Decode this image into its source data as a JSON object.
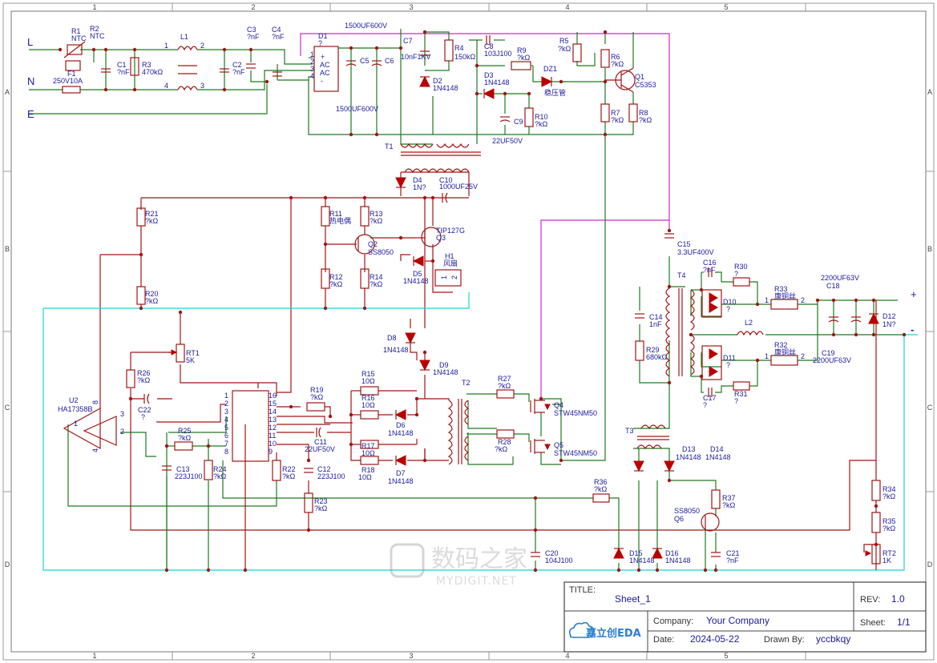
{
  "ruler": {
    "columns": [
      "1",
      "2",
      "3",
      "4",
      "5"
    ],
    "rows": [
      "A",
      "B",
      "C",
      "D"
    ]
  },
  "nets": [
    "L",
    "N",
    "E",
    "+",
    "-"
  ],
  "labels": {
    "R1": "R1",
    "R1v": "NTC",
    "R2": "R2",
    "R2v": "NTC",
    "F1": "F1",
    "F1v": "250V10A",
    "C1": "C1",
    "C1v": "?nF",
    "R3": "R3",
    "R3v": "470kΩ",
    "L1": "L1",
    "C2": "C2",
    "C2v": "?nF",
    "C3": "C3",
    "C3v": "?nF",
    "C4": "C4",
    "C4v": "?nF",
    "D1": "D1",
    "D1v": "?",
    "C5": "C5",
    "C6": "C6",
    "cap_top": "1500UF600V",
    "cap_bot": "1500UF600V",
    "C7": "C7",
    "C7v": "10nF1KV",
    "R4": "R4",
    "R4v": "150kΩ",
    "D2": "D2",
    "D2v": "1N4148",
    "C8": "C8",
    "C8v": "103J100",
    "R9": "R9",
    "R9v": "?kΩ",
    "R5": "R5",
    "R5v": "?kΩ",
    "R6": "R6",
    "R6v": "?kΩ",
    "D3": "D3",
    "D3v": "1N4148",
    "DZ1": "DZ1",
    "DZ1v": "稳压管",
    "Q1": "Q1",
    "Q1v": "C5353",
    "R7": "R7",
    "R7v": "?kΩ",
    "R8": "R8",
    "R8v": "?kΩ",
    "C9": "C9",
    "C9v": "22UF50V",
    "R10": "R10",
    "R10v": "?kΩ",
    "T1": "T1",
    "D4": "D4",
    "D4v": "1N?",
    "C10": "C10",
    "C10v": "1000UF25V",
    "R21": "R21",
    "R21v": "?kΩ",
    "R20": "R20",
    "R20v": "?kΩ",
    "R11": "R11",
    "R11v": "热电偶",
    "R12": "R12",
    "R12v": "?kΩ",
    "R13": "R13",
    "R13v": "?kΩ",
    "R14": "R14",
    "R14v": "?kΩ",
    "Q2": "Q2",
    "Q2v": "SS8050",
    "Q3": "Q3",
    "Q3v": "TIP127G",
    "D5": "D5",
    "D5v": "1N4148",
    "H1": "H1",
    "H1v": "风扇",
    "D8": "D8",
    "D8v": "1N4148",
    "D9": "D9",
    "D9v": "1N4148",
    "RT1": "RT1",
    "RT1v": "5K",
    "R26": "R26",
    "R26v": "?kΩ",
    "U2": "U2",
    "U2v": "HA17358B",
    "C22": "C22",
    "C22v": "?",
    "R25": "R25",
    "R25v": "?kΩ",
    "C13": "C13",
    "C13v": "223J100",
    "R24": "R24",
    "R24v": "?kΩ",
    "R19": "R19",
    "R19v": "?kΩ",
    "C11": "C11",
    "C11v": "22UF50V",
    "R22": "R22",
    "R22v": "?kΩ",
    "C12": "C12",
    "C12v": "223J100",
    "R23": "R23",
    "R23v": "?kΩ",
    "R15": "R15",
    "R15v": "10Ω",
    "R16": "R16",
    "R16v": "10Ω",
    "R17": "R17",
    "R17v": "10Ω",
    "R18": "R18",
    "R18v": "10Ω",
    "D6": "D6",
    "D6v": "1N4148",
    "D7": "D7",
    "D7v": "1N4148",
    "T2": "T2",
    "R27": "R27",
    "R27v": "?kΩ",
    "R28": "R28",
    "R28v": "?kΩ",
    "Q4": "Q4",
    "Q4v": "STW45NM50",
    "Q5": "Q5",
    "Q5v": "STW45NM50",
    "C15": "C15",
    "C15v": "3.3UF400V",
    "T4": "T4",
    "C14": "C14",
    "C14v": "1nF",
    "R29": "R29",
    "R29v": "680kΩ",
    "T3": "T3",
    "C16": "C16",
    "C16v": "?nF",
    "R30": "R30",
    "R30v": "?",
    "D10": "D10",
    "D10v": "?",
    "D11": "D11",
    "D11v": "?",
    "L2": "L2",
    "C17": "C17",
    "C17v": "?",
    "R31": "R31",
    "R31v": "?",
    "R33": "R33",
    "R33v": "康铜丝",
    "R32": "R32",
    "R32v": "康铜丝",
    "C18": "C18",
    "C18v": "2200UF63V",
    "C19": "C19",
    "C19v": "2200UF63V",
    "D12": "D12",
    "D12v": "1N?",
    "D13": "D13",
    "D13v": "1N4148",
    "D14": "D14",
    "D14v": "1N4148",
    "R36": "R36",
    "R36v": "?kΩ",
    "R37": "R37",
    "R37v": "?kΩ",
    "Q6": "Q6",
    "Q6v": "SS8050",
    "R34": "R34",
    "R34v": "?kΩ",
    "R35": "R35",
    "R35v": "?kΩ",
    "RT2": "RT2",
    "RT2v": "1K",
    "C20": "C20",
    "C20v": "104J100",
    "D15": "D15",
    "D15v": "1N4148",
    "D16": "D16",
    "D16v": "1N4148",
    "C21": "C21",
    "C21v": "?nF"
  },
  "ic_pins": [
    "1",
    "2",
    "3",
    "4",
    "5",
    "6",
    "7",
    "8",
    "9",
    "10",
    "11",
    "12",
    "13",
    "14",
    "15",
    "16"
  ],
  "opamp_pins": [
    "3",
    "2",
    "1",
    "8",
    "4"
  ],
  "l1_pins": [
    "1",
    "2",
    "4",
    "3"
  ],
  "d1_pins": [
    "1",
    "2",
    "3",
    "4",
    "+",
    "AC",
    "AC",
    "-"
  ],
  "pin_small": [
    "1",
    "2"
  ],
  "watermark": {
    "brand": "数码之家",
    "url": "MYDIGIT.NET"
  },
  "title_block": {
    "title_label": "TITLE:",
    "title": "Sheet_1",
    "rev_label": "REV:",
    "rev": "1.0",
    "company_label": "Company:",
    "company": "Your Company",
    "sheet_label": "Sheet:",
    "sheet": "1/1",
    "date_label": "Date:",
    "date": "2024-05-22",
    "drawn_label": "Drawn By:",
    "drawn": "yccbkqy",
    "logo": "嘉立创EDA"
  }
}
